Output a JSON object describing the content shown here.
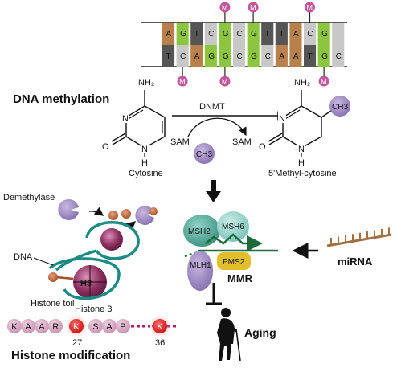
{
  "dna_strand": {
    "top_bases": [
      "A",
      "G",
      "T",
      "C",
      "G",
      "C",
      "G",
      "T",
      "T",
      "A",
      "C",
      "G"
    ],
    "bottom_bases": [
      "T",
      "C",
      "A",
      "G",
      "G",
      "C",
      "G",
      "C",
      "A",
      "A",
      "T",
      "G",
      "C"
    ],
    "methyl_mark": "M",
    "colors": {
      "A": "#b8804a",
      "T": "#555555",
      "C": "#c8c8c8",
      "G": "#8cc63f",
      "methyl": "#c2559b"
    }
  },
  "methylation": {
    "title": "DNA methylation",
    "enzyme": "DNMT",
    "sam_in": "SAM",
    "sam_out": "SAM",
    "ch3": "CH3",
    "nh2_left": "NH₂",
    "nh2_right": "NH₂",
    "o_left": "O",
    "o_right": "O",
    "n_left": "N",
    "n_right": "N",
    "n_left_low": "N",
    "n_right_low": "N",
    "h_left": "H",
    "h_right": "H",
    "ch3_product": "CH3",
    "cytosine": "Cytosine",
    "methyl_cytosine": "5'Methyl-cytosine"
  },
  "histone": {
    "demethylase": "Demethylase",
    "dna": "DNA",
    "h3": "H3",
    "histone_tail": "Histone toil",
    "histone_3": "Histone 3",
    "sequence": [
      "K",
      "A",
      "A",
      "R",
      "K",
      "S",
      "A",
      "P",
      "K"
    ],
    "k27": "27",
    "k36": "36",
    "title": "Histone modification"
  },
  "mmr": {
    "msh2": "MSH2",
    "msh6": "MSH6",
    "mlh1": "MLH1",
    "pms2": "PMS2",
    "label": "MMR",
    "mirna": "miRNA",
    "aging": "Aging"
  }
}
